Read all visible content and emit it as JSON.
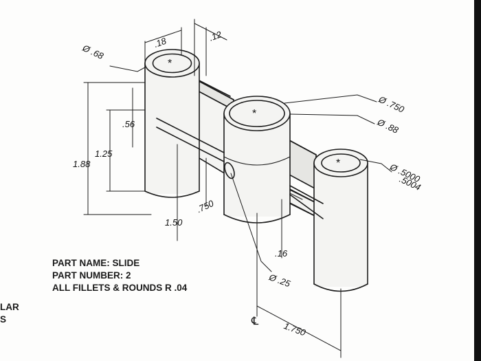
{
  "notes": {
    "part_name": "PART NAME: SLIDE",
    "part_number": "PART NUMBER: 2",
    "fillets": "ALL FILLETS & ROUNDS R .04"
  },
  "clipped_text": {
    "line1": "LAR",
    "line2": "S"
  },
  "dimensions": {
    "d_068": "Ø .68",
    "d_018": ".18",
    "d_012": ".12",
    "d_056": ".56",
    "d_125": "1.25",
    "d_188": "1.88",
    "d_150": "1.50",
    "d_0750_h": ".750",
    "d_phi0750": "Ø .750",
    "d_phi088": "Ø .88",
    "d_5000": "Ø .5000",
    "d_5004": ".5004",
    "d_016": ".16",
    "d_phi025": "Ø .25",
    "d_1750": "1.750",
    "centerline": "℄"
  },
  "colors": {
    "line": "#1a1a1a",
    "paper": "#fdfdfc"
  }
}
